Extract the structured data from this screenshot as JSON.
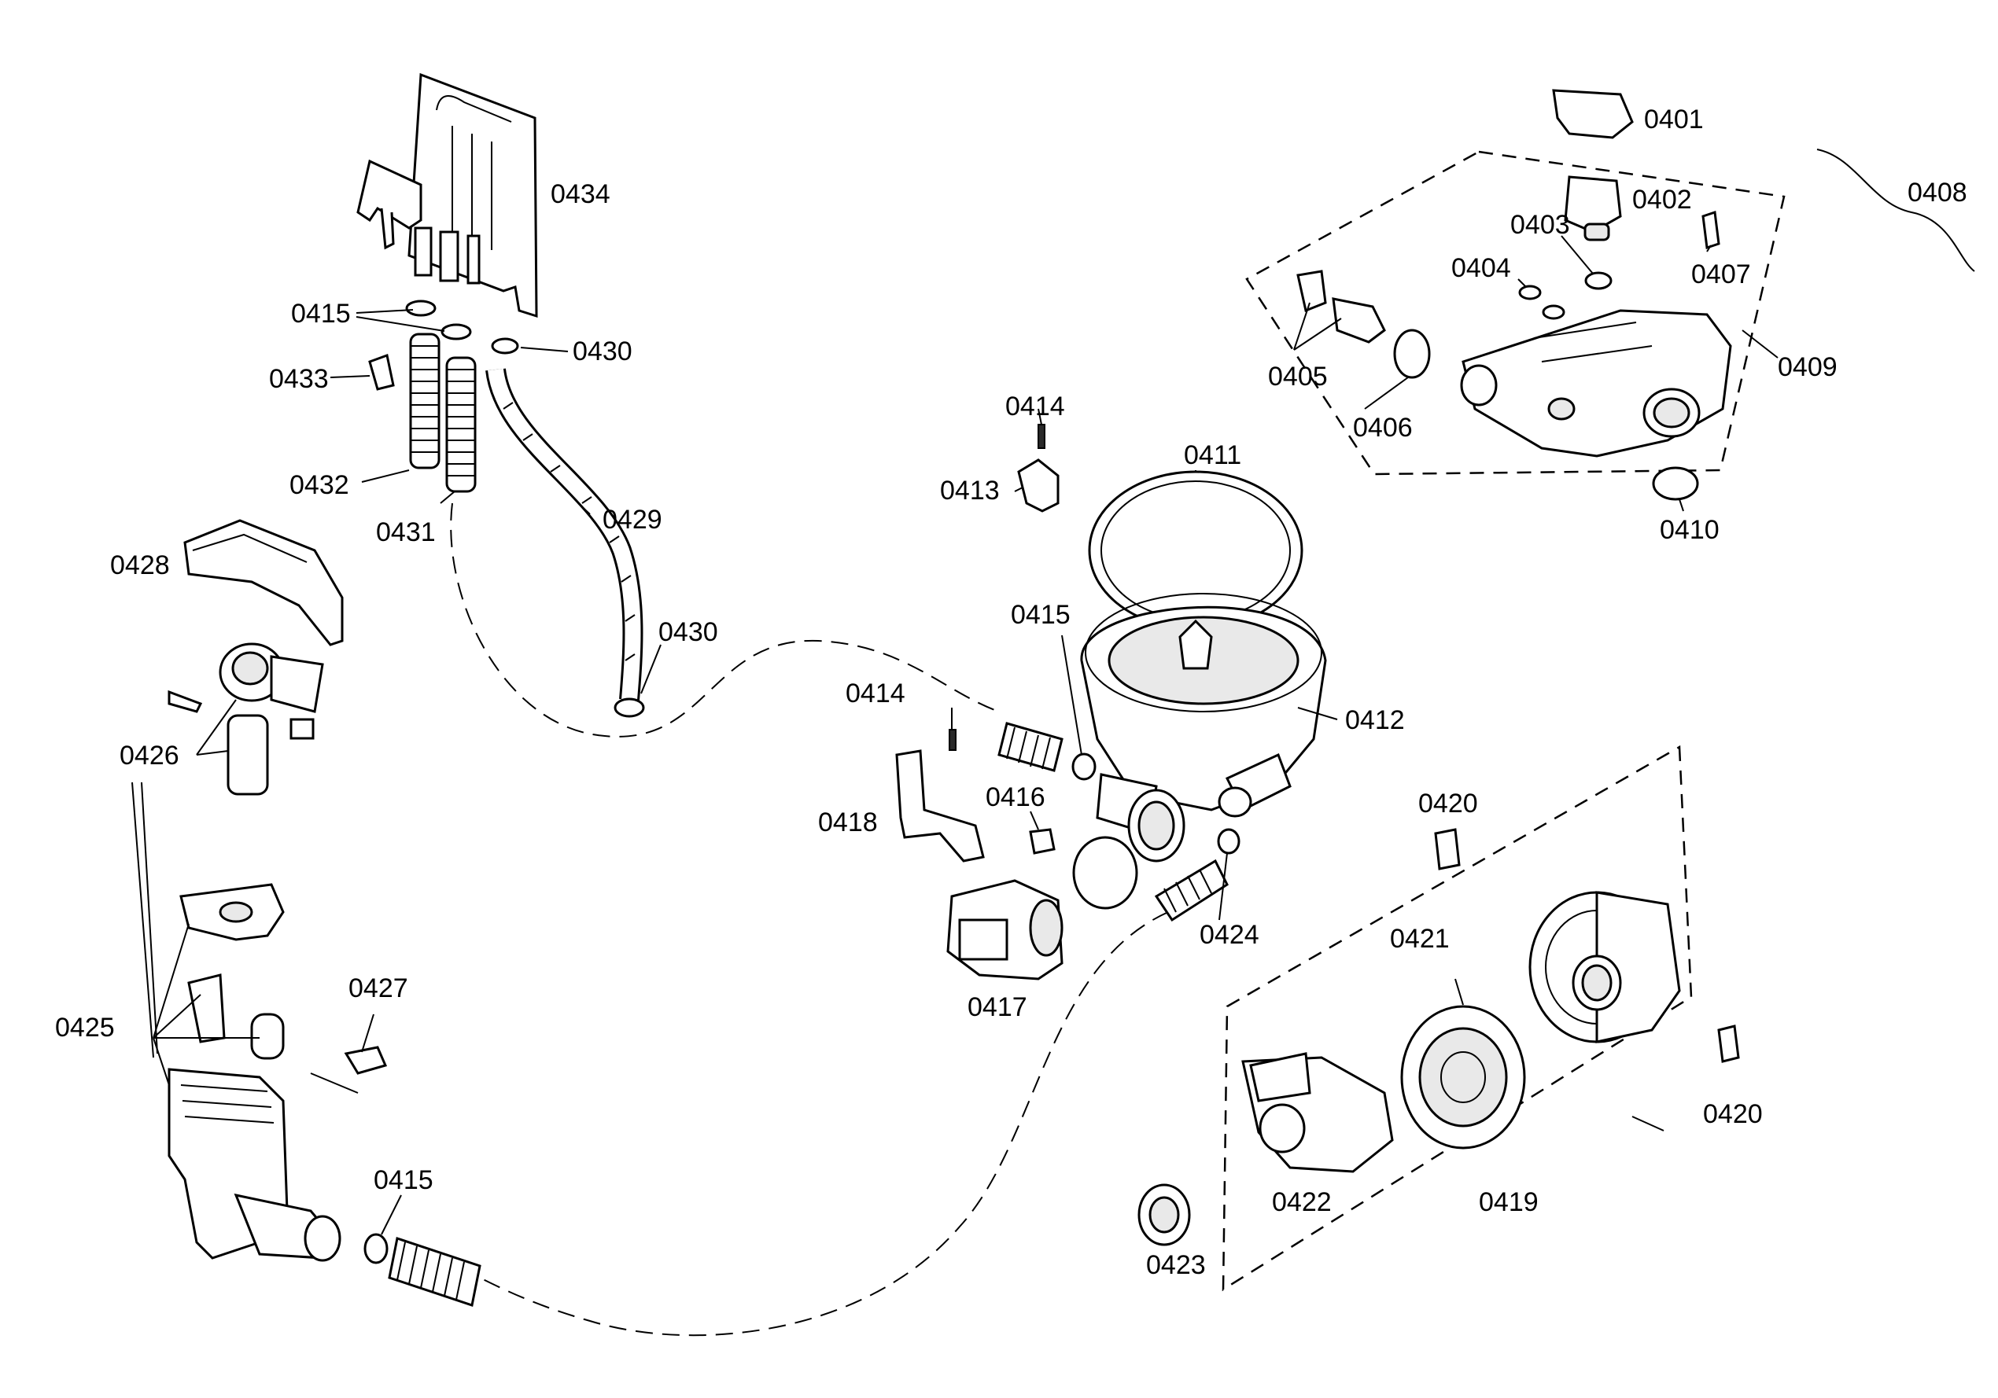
{
  "labels": {
    "l0401": "0401",
    "l0402": "0402",
    "l0403": "0403",
    "l0404": "0404",
    "l0405": "0405",
    "l0406": "0406",
    "l0407": "0407",
    "l0408": "0408",
    "l0409": "0409",
    "l0410": "0410",
    "l0411": "0411",
    "l0412": "0412",
    "l0413": "0413",
    "l0414a": "0414",
    "l0414b": "0414",
    "l0415a": "0415",
    "l0415b": "0415",
    "l0415c": "0415",
    "l0416": "0416",
    "l0417": "0417",
    "l0418": "0418",
    "l0419": "0419",
    "l0420a": "0420",
    "l0420b": "0420",
    "l0421": "0421",
    "l0422": "0422",
    "l0423": "0423",
    "l0424": "0424",
    "l0425": "0425",
    "l0426": "0426",
    "l0427": "0427",
    "l0428": "0428",
    "l0429": "0429",
    "l0430a": "0430",
    "l0430b": "0430",
    "l0431": "0431",
    "l0432": "0432",
    "l0433": "0433",
    "l0434": "0434"
  }
}
